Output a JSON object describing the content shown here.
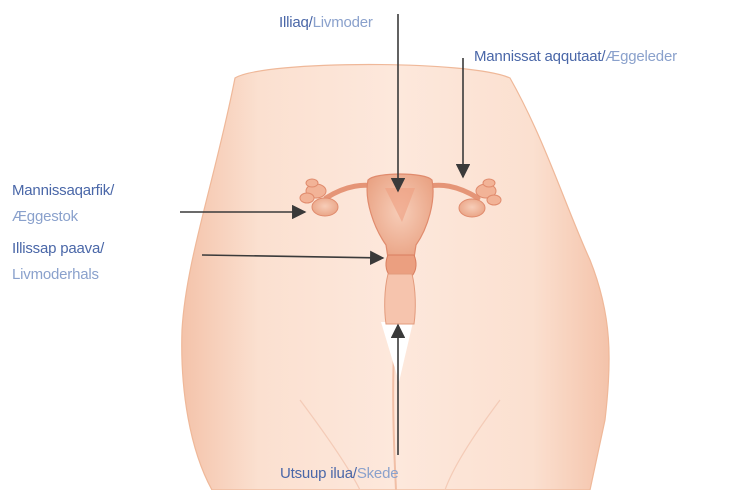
{
  "labels": {
    "uterus": {
      "primary": "Illiaq",
      "secondary": "Livmoder"
    },
    "fallopian_tube": {
      "primary": "Mannissat aqqutaat",
      "secondary": "Æggeleder"
    },
    "ovary": {
      "primary": "Mannissaqarfik",
      "secondary": "Æggestok"
    },
    "cervix": {
      "primary": "Illissap paava",
      "secondary": "Livmoderhals"
    },
    "vagina": {
      "primary": "Utsuup ilua",
      "secondary": "Skede"
    }
  },
  "colors": {
    "skin": "#f9d8c6",
    "skin_edge": "#efb899",
    "organ": "#f1b49a",
    "organ_dark": "#e59577",
    "arrow": "#3a3a3a",
    "label_primary": "#4a67a8",
    "label_secondary": "#8aa1cc"
  }
}
